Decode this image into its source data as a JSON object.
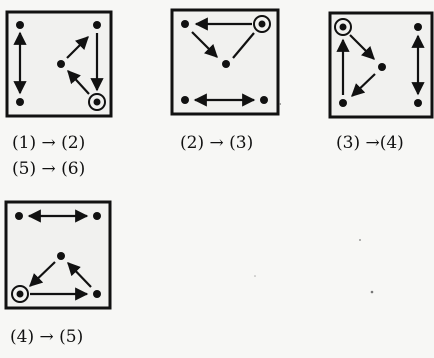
{
  "figure": {
    "captions": {
      "p1": "(1) → (2)",
      "p1b": "(5) → (6)",
      "p2": "(2) → (3)",
      "p3": "(3) →(4)",
      "p4": "(4) → (5)"
    },
    "colors": {
      "ink": "#111111",
      "paper": "#f7f7f5",
      "panel": "#f1f1ef"
    }
  }
}
